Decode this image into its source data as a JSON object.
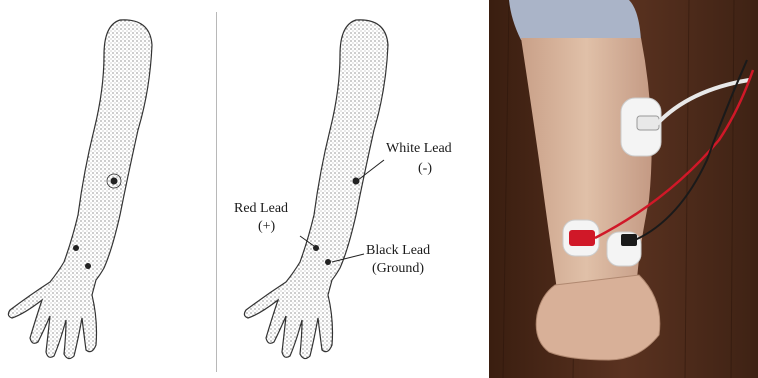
{
  "diagram": {
    "labels": {
      "white_lead": "White Lead",
      "white_sign": "(-)",
      "red_lead": "Red Lead",
      "red_sign": "(+)",
      "black_lead": "Black Lead",
      "black_sub": "(Ground)"
    }
  },
  "colors": {
    "skin": "#d9b8a0",
    "floor": "#4a2818",
    "red_clip": "#d01828",
    "black_clip": "#1a1a1a",
    "electrode": "#f4f4f4"
  }
}
